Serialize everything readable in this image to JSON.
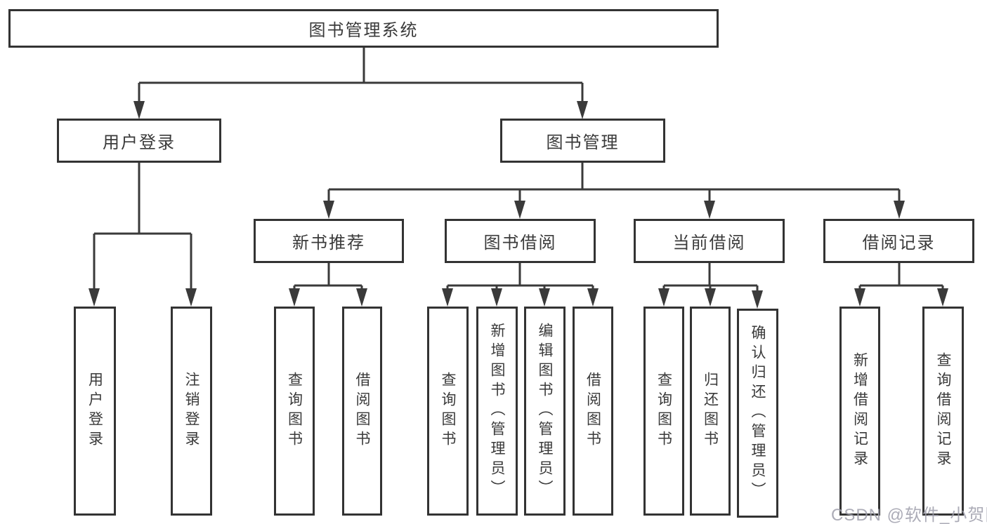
{
  "diagram_title": "图书管理系统",
  "tree": {
    "root": {
      "label": "图书管理系统"
    },
    "level2": [
      {
        "label": "用户登录"
      },
      {
        "label": "图书管理"
      }
    ],
    "level3": [
      {
        "label": "新书推荐",
        "parent": "图书管理"
      },
      {
        "label": "图书借阅",
        "parent": "图书管理"
      },
      {
        "label": "当前借阅",
        "parent": "图书管理"
      },
      {
        "label": "借阅记录",
        "parent": "图书管理"
      }
    ],
    "leaves": [
      {
        "label": "用户登录",
        "parent": "用户登录"
      },
      {
        "label": "注销登录",
        "parent": "用户登录"
      },
      {
        "label": "查询图书",
        "parent": "新书推荐"
      },
      {
        "label": "借阅图书",
        "parent": "新书推荐"
      },
      {
        "label": "查询图书",
        "parent": "图书借阅"
      },
      {
        "label": "新增图书（管理员）",
        "parent": "图书借阅"
      },
      {
        "label": "编辑图书（管理员）",
        "parent": "图书借阅"
      },
      {
        "label": "借阅图书",
        "parent": "图书借阅"
      },
      {
        "label": "查询图书",
        "parent": "当前借阅"
      },
      {
        "label": "归还图书",
        "parent": "当前借阅"
      },
      {
        "label": "确认归还（管理员）",
        "parent": "当前借阅"
      },
      {
        "label": "新增借阅记录",
        "parent": "借阅记录"
      },
      {
        "label": "查询借阅记录",
        "parent": "借阅记录"
      }
    ]
  },
  "watermark": "CSDN @软件_小贺同学",
  "colors": {
    "line": "#3a3a3a",
    "box_border": "#333333",
    "text": "#3a3a3a",
    "background": "#ffffff",
    "watermark": "#9e9eaa"
  }
}
